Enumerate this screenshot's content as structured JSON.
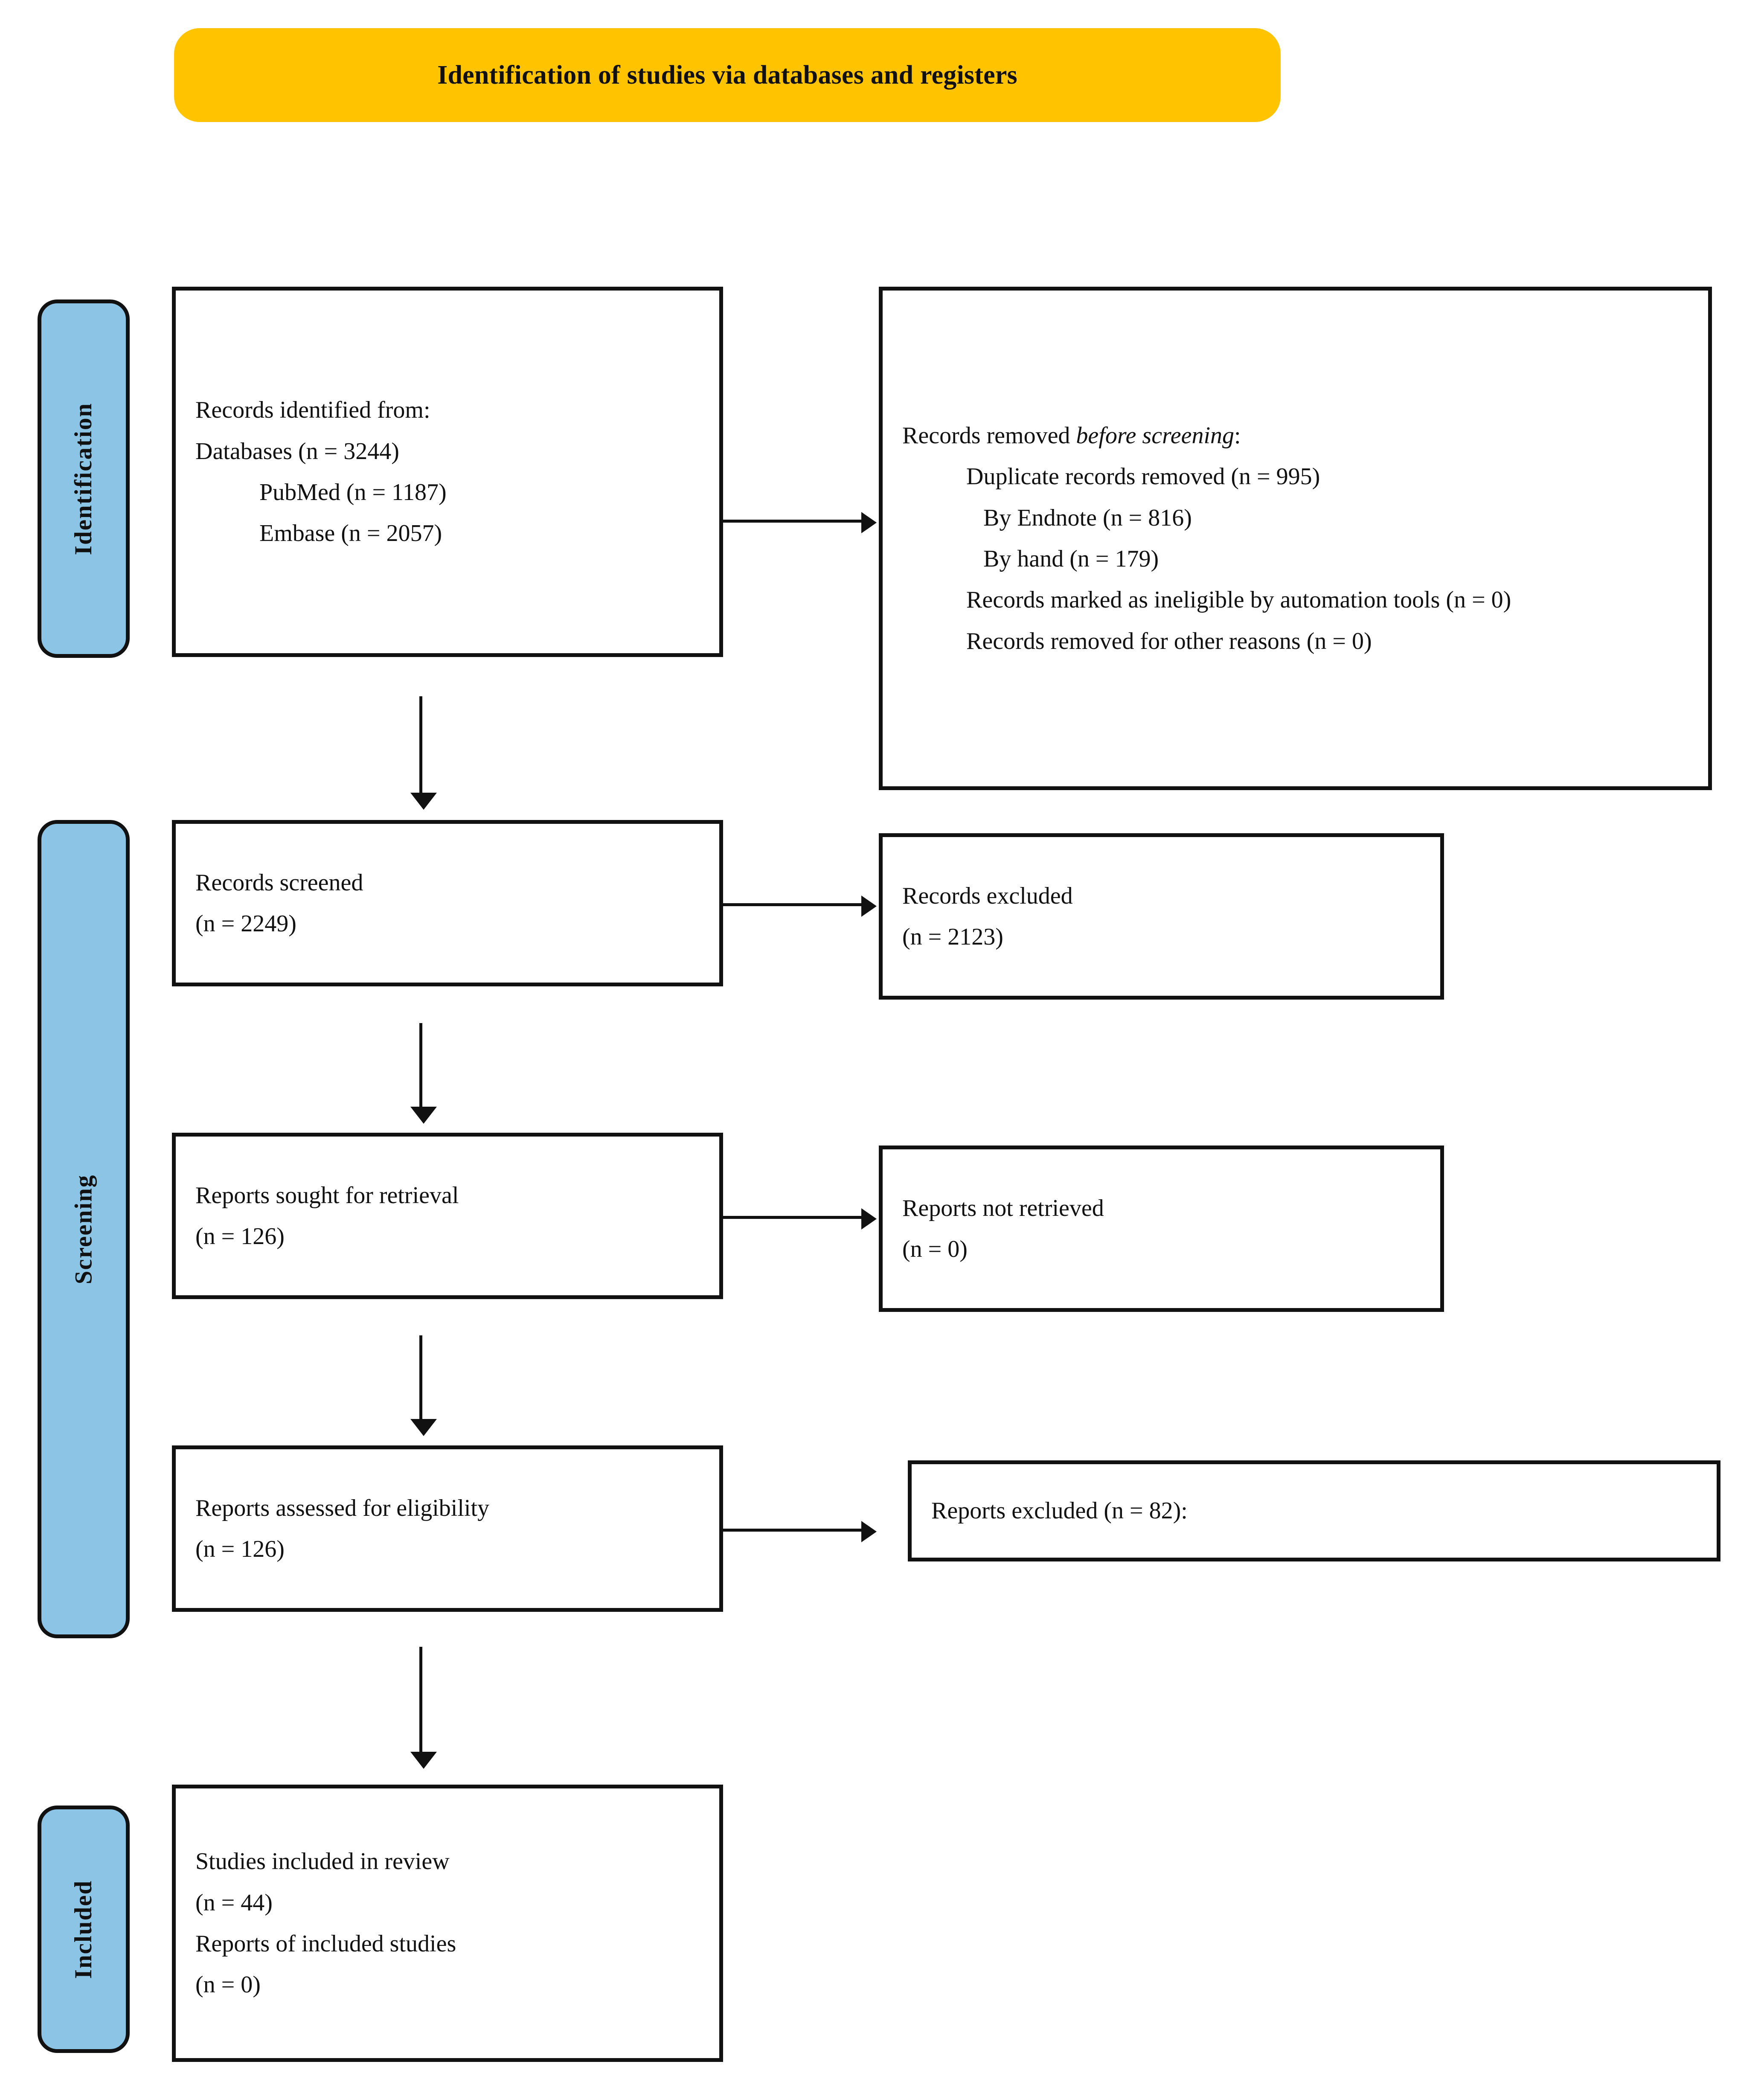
{
  "diagram": {
    "type": "prisma-flow-diagram",
    "banner": {
      "label": "Identification of studies via databases and registers",
      "color": "#FFC300"
    },
    "stages": [
      {
        "key": "identification",
        "label": "Identification",
        "color": "#8CC4E5"
      },
      {
        "key": "screening",
        "label": "Screening",
        "color": "#8CC4E5"
      },
      {
        "key": "included",
        "label": "Included",
        "color": "#8CC4E5"
      }
    ],
    "boxes": {
      "records_identified": {
        "title": "Records identified from:",
        "line_databases": "Databases (n = 3244)",
        "line_pubmed": "PubMed  (n = 1187)",
        "line_embase": "Embase (n = 2057)"
      },
      "records_removed": {
        "title_plain": "Records removed ",
        "title_italic": "before screening",
        "title_colon": ":",
        "line_duplicates": "Duplicate  records removed (n = 995)",
        "line_endnote": "By Endnote (n = 816)",
        "line_byhand": "By hand  (n = 179)",
        "line_automation": "Records marked as ineligible by automation tools (n = 0)",
        "line_other": "Records removed for other reasons (n = 0)"
      },
      "records_screened": {
        "title": "Records screened",
        "count": "(n = 2249)"
      },
      "records_excluded": {
        "title": "Records excluded",
        "count": "(n = 2123)"
      },
      "reports_sought": {
        "title": "Reports sought for retrieval",
        "count": "(n = 126)"
      },
      "reports_not_retrieved": {
        "title": "Reports not retrieved",
        "count": "(n = 0)"
      },
      "reports_assessed": {
        "title": "Reports assessed for eligibility",
        "count": "(n = 126)"
      },
      "reports_excluded": {
        "title": "Reports excluded  (n = 82):"
      },
      "studies_included": {
        "title": "Studies included in review",
        "count": "(n = 44)",
        "reports_title": "Reports of included studies",
        "reports_count": "(n = 0)"
      }
    }
  },
  "chart_data": {
    "type": "flow",
    "title": "Identification of studies via databases and registers",
    "nodes": [
      {
        "id": "records_identified",
        "stage": "Identification",
        "label": "Records identified from: Databases (n = 3244); PubMed (n = 1187); Embase (n = 2057)",
        "n": 3244
      },
      {
        "id": "records_removed",
        "stage": "Identification",
        "label": "Records removed before screening",
        "n": 995
      },
      {
        "id": "records_screened",
        "stage": "Screening",
        "label": "Records screened",
        "n": 2249
      },
      {
        "id": "records_excluded",
        "stage": "Screening",
        "label": "Records excluded",
        "n": 2123
      },
      {
        "id": "reports_sought",
        "stage": "Screening",
        "label": "Reports sought for retrieval",
        "n": 126
      },
      {
        "id": "reports_not_retrieved",
        "stage": "Screening",
        "label": "Reports not retrieved",
        "n": 0
      },
      {
        "id": "reports_assessed",
        "stage": "Screening",
        "label": "Reports assessed for eligibility",
        "n": 126
      },
      {
        "id": "reports_excluded",
        "stage": "Screening",
        "label": "Reports excluded",
        "n": 82
      },
      {
        "id": "studies_included",
        "stage": "Included",
        "label": "Studies included in review",
        "n": 44
      },
      {
        "id": "reports_of_included",
        "stage": "Included",
        "label": "Reports of included studies",
        "n": 0
      }
    ],
    "breakdown": {
      "databases_total": 3244,
      "pubmed": 1187,
      "embase": 2057,
      "duplicates_removed": 995,
      "duplicates_by_endnote": 816,
      "duplicates_by_hand": 179,
      "ineligible_by_automation": 0,
      "removed_other_reasons": 0
    },
    "edges": [
      {
        "from": "records_identified",
        "to": "records_removed",
        "direction": "right"
      },
      {
        "from": "records_identified",
        "to": "records_screened",
        "direction": "down"
      },
      {
        "from": "records_screened",
        "to": "records_excluded",
        "direction": "right"
      },
      {
        "from": "records_screened",
        "to": "reports_sought",
        "direction": "down"
      },
      {
        "from": "reports_sought",
        "to": "reports_not_retrieved",
        "direction": "right"
      },
      {
        "from": "reports_sought",
        "to": "reports_assessed",
        "direction": "down"
      },
      {
        "from": "reports_assessed",
        "to": "reports_excluded",
        "direction": "right"
      },
      {
        "from": "reports_assessed",
        "to": "studies_included",
        "direction": "down"
      }
    ]
  }
}
